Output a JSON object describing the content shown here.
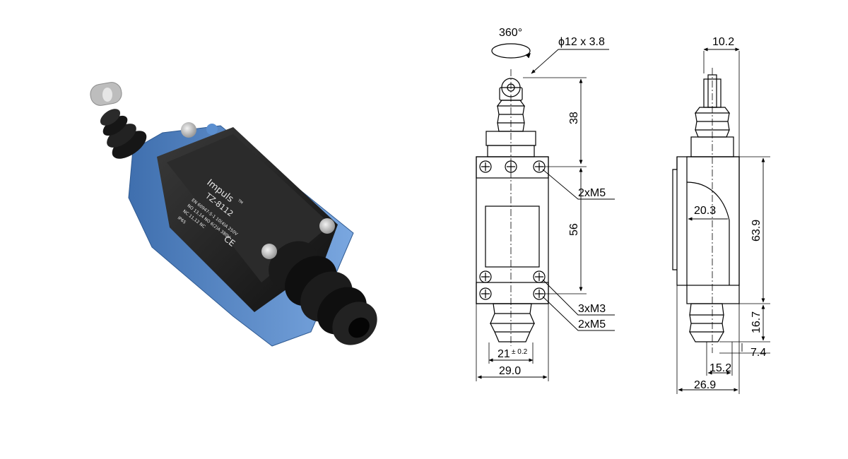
{
  "product": {
    "brand": "Impuls",
    "trademark": "TM",
    "model": "TZ-8112",
    "spec_lines": [
      "EN 60947-5-1  10(4)A 250V",
      "NO 13,14 NO  6(2)A 380V",
      "NC 11,12 NC"
    ],
    "ip_rating": "IP65",
    "ce_mark": "CE"
  },
  "front_view": {
    "rotation_label": "360°",
    "roller_dim": "ϕ12 x 3.8",
    "height_upper": "38",
    "height_middle": "56",
    "mount_top": "2xM5",
    "mount_bottom_1": "3xM3",
    "mount_bottom_2": "2xM5",
    "width_inner": "21",
    "width_inner_tol": "± 0.2",
    "width_outer": "29.0"
  },
  "side_view": {
    "top_width": "10.2",
    "curve_dim": "20.3",
    "body_height": "63.9",
    "plunger_height": "16.7",
    "offset_small": "7.4",
    "plunger_width": "15.2",
    "body_width": "26.9"
  },
  "colors": {
    "housing": "#1e1e1e",
    "base": "#5b8fd0",
    "roller": "#b9b9b9"
  }
}
